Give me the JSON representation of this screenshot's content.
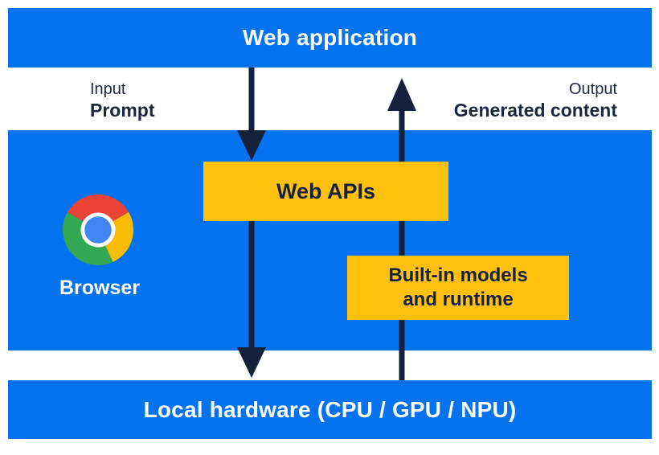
{
  "layers": {
    "web_application": {
      "label": "Web application"
    },
    "io": {
      "input": {
        "label": "Input",
        "value": "Prompt"
      },
      "output": {
        "label": "Output",
        "value": "Generated content"
      }
    },
    "browser": {
      "label": "Browser",
      "icon": "chrome-icon",
      "boxes": {
        "web_apis": {
          "label": "Web APIs"
        },
        "builtin": {
          "lines": [
            "Built-in models",
            "and runtime"
          ]
        }
      }
    },
    "local_hardware": {
      "label": "Local hardware (CPU / GPU / NPU)"
    }
  },
  "arrows": {
    "down": {
      "meaning": "prompt flows from web application through Web APIs to local hardware"
    },
    "up": {
      "meaning": "generated content flows from local hardware through built-in models and runtime to web application"
    }
  },
  "colors": {
    "blue": "#0573f0",
    "yellow": "#ffc10d",
    "ink": "#15203a",
    "text_navy": "#1b2643",
    "chrome_red": "#ea4335",
    "chrome_green": "#34a853",
    "chrome_yellow": "#fbbc05",
    "chrome_blue": "#4285f4"
  }
}
